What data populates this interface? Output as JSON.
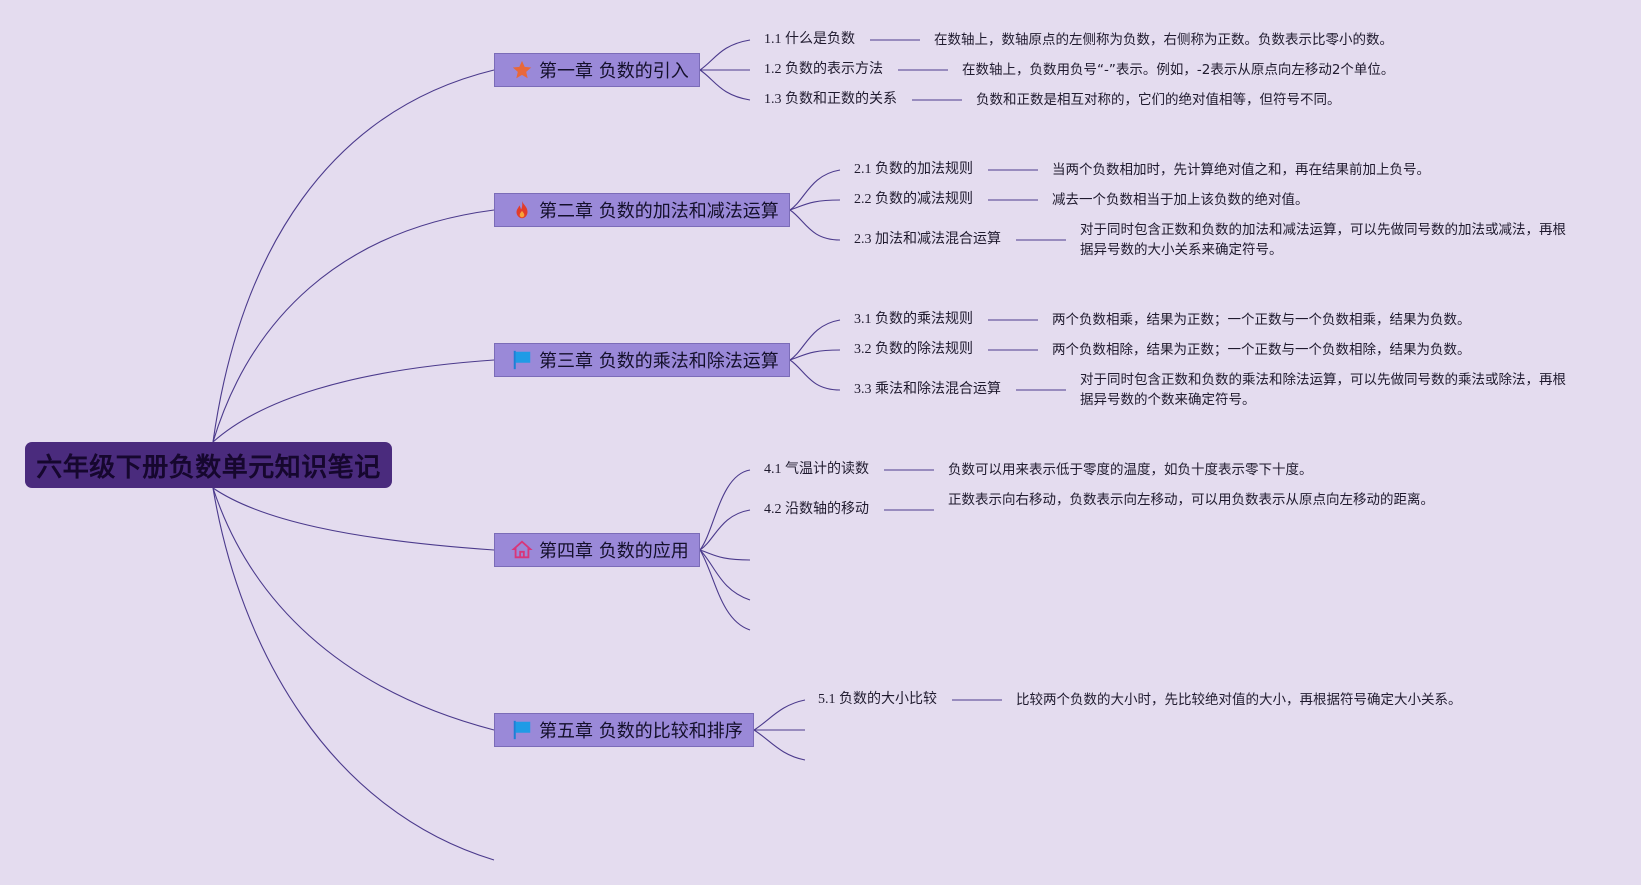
{
  "root": {
    "title": "六年级下册负数单元知识笔记"
  },
  "colors": {
    "background": "#e4dcef",
    "root_fill": "#4a2b7d",
    "chapter_fill": "#9a89d8",
    "line": "#4b3a8c"
  },
  "chapters": [
    {
      "title": "第一章 负数的引入",
      "icon": "star-icon",
      "items": [
        {
          "label": "1.1 什么是负数",
          "desc": "在数轴上，数轴原点的左侧称为负数，右侧称为正数。负数表示比零小的数。"
        },
        {
          "label": "1.2 负数的表示方法",
          "desc": "在数轴上，负数用负号“-”表示。例如，-2表示从原点向左移动2个单位。"
        },
        {
          "label": "1.3 负数和正数的关系",
          "desc": "负数和正数是相互对称的，它们的绝对值相等，但符号不同。"
        }
      ]
    },
    {
      "title": "第二章 负数的加法和减法运算",
      "icon": "fire-icon",
      "items": [
        {
          "label": "2.1 负数的加法规则",
          "desc": "当两个负数相加时，先计算绝对值之和，再在结果前加上负号。"
        },
        {
          "label": "2.2 负数的减法规则",
          "desc": "减去一个负数相当于加上该负数的绝对值。"
        },
        {
          "label": "2.3 加法和减法混合运算",
          "desc": "对于同时包含正数和负数的加法和减法运算，可以先做同号数的加法或减法，再根据异号数的大小关系来确定符号。"
        }
      ]
    },
    {
      "title": "第三章 负数的乘法和除法运算",
      "icon": "flag-icon",
      "items": [
        {
          "label": "3.1 负数的乘法规则",
          "desc": "两个负数相乘，结果为正数；一个正数与一个负数相乘，结果为负数。"
        },
        {
          "label": "3.2 负数的除法规则",
          "desc": "两个负数相除，结果为正数；一个正数与一个负数相除，结果为负数。"
        },
        {
          "label": "3.3 乘法和除法混合运算",
          "desc": "对于同时包含正数和负数的乘法和除法运算，可以先做同号数的乘法或除法，再根据异号数的个数来确定符号。"
        }
      ]
    },
    {
      "title": "第四章 负数的应用",
      "icon": "home-icon",
      "items": [
        {
          "label": "4.1 气温计的读数",
          "desc": "负数可以用来表示低于零度的温度，如负十度表示零下十度。"
        },
        {
          "label": "4.2 沿数轴的移动",
          "desc": "正数表示向右移动，负数表示向左移动，可以用负数表示从原点向左移动的距离。"
        }
      ]
    },
    {
      "title": "第五章 负数的比较和排序",
      "icon": "flag-icon",
      "items": [
        {
          "label": "5.1 负数的大小比较",
          "desc": "比较两个负数的大小时，先比较绝对值的大小，再根据符号确定大小关系。"
        }
      ]
    }
  ]
}
